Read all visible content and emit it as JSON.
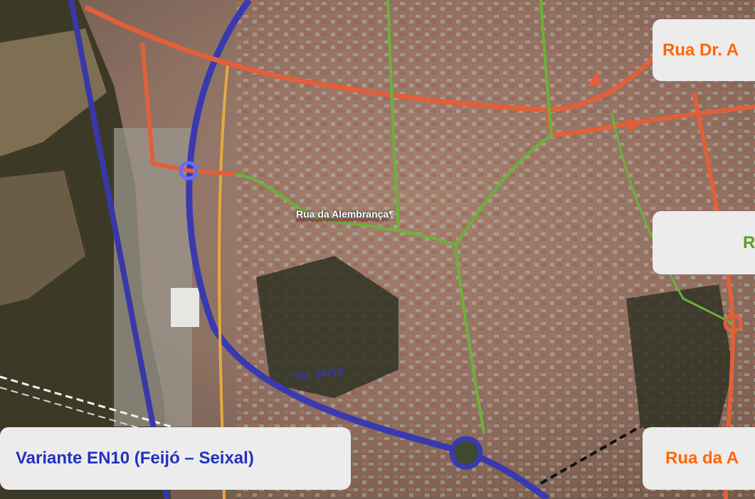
{
  "colors": {
    "orange_road": "#e0603a",
    "dark_orange_label": "#ff6600",
    "green_road": "#6ab23a",
    "green_label": "#5aa020",
    "blue_road": "#3a3ab0",
    "blue_label": "#2233bb",
    "yellow_road": "#e8a840",
    "callout_bg": "#ececec"
  },
  "callouts": {
    "top_right": "Rua Dr. A",
    "mid_right": "R",
    "bottom_left": "Variante EN10 (Feijó – Seixal)",
    "bottom_right": "Rua da A"
  },
  "map_labels": {
    "alembranca": "Rua da Alembrança",
    "alembranca_mark": "¶",
    "en10": "Var. EN10"
  },
  "icons": {
    "arrow_north": "arrow-icon",
    "arrow_east": "arrow-icon"
  }
}
